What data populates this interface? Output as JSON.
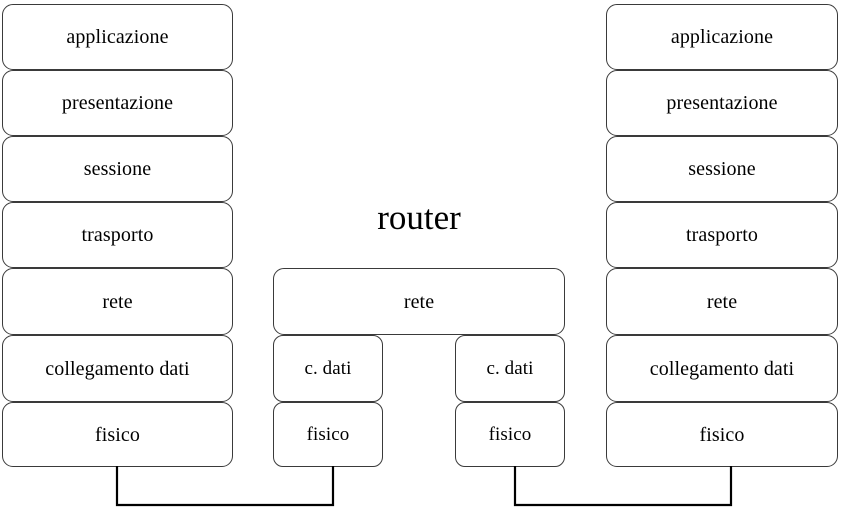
{
  "diagram": {
    "title": "router",
    "host_left": {
      "name": "left-host-stack",
      "layers": [
        {
          "label": "applicazione"
        },
        {
          "label": "presentazione"
        },
        {
          "label": "sessione"
        },
        {
          "label": "trasporto"
        },
        {
          "label": "rete"
        },
        {
          "label": "collegamento dati"
        },
        {
          "label": "fisico"
        }
      ]
    },
    "router": {
      "name": "router-stack",
      "label": "router",
      "network_layer": {
        "label": "rete"
      },
      "left_interface": {
        "layers": [
          {
            "label": "c. dati"
          },
          {
            "label": "fisico"
          }
        ]
      },
      "right_interface": {
        "layers": [
          {
            "label": "c. dati"
          },
          {
            "label": "fisico"
          }
        ]
      }
    },
    "host_right": {
      "name": "right-host-stack",
      "layers": [
        {
          "label": "applicazione"
        },
        {
          "label": "presentazione"
        },
        {
          "label": "sessione"
        },
        {
          "label": "trasporto"
        },
        {
          "label": "rete"
        },
        {
          "label": "collegamento dati"
        },
        {
          "label": "fisico"
        }
      ]
    },
    "colors": {
      "box_border": "#3a3a3a",
      "box_fill": "#ffffff",
      "link_stroke": "#000000",
      "text": "#000000",
      "background": "#ffffff"
    }
  }
}
